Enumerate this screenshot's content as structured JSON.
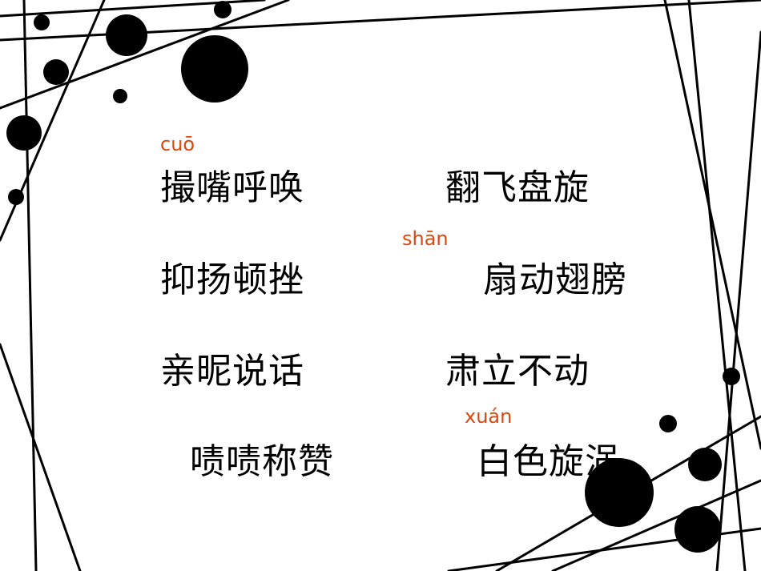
{
  "colors": {
    "background": "#ffffff",
    "word": "#000000",
    "pinyin": "#d9480f",
    "decoration": "#000000"
  },
  "pinyin": {
    "cuo": "cuō",
    "shan": "shān",
    "xuan": "xuán"
  },
  "words": {
    "left": [
      "撮嘴呼唤",
      "抑扬顿挫",
      "亲昵说话",
      "啧啧称赞"
    ],
    "right": [
      "翻飞盘旋",
      "扇动翅膀",
      "肃立不动",
      "白色旋涡"
    ]
  }
}
